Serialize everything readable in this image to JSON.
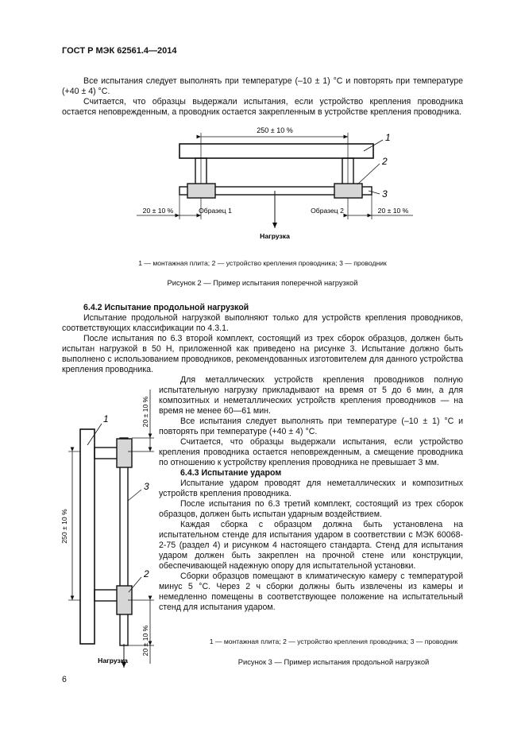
{
  "header": {
    "doc_id": "ГОСТ Р МЭК 62561.4—2014"
  },
  "p1": "Все испытания следует выполнять при температуре (–10 ± 1) °C и повторять при температуре (+40 ± 4) °C.",
  "p2": "Считается, что образцы выдержали испытания, если устройство крепления проводника остается неповрежденным, а проводник остается закрепленным в устройстве крепления проводника.",
  "fig2": {
    "dim_top": "250 ± 10 %",
    "dim_left": "20 ± 10 %",
    "dim_right": "20 ± 10 %",
    "sample1": "Образец 1",
    "sample2": "Образец 2",
    "load": "Нагрузка",
    "n1": "1",
    "n2": "2",
    "n3": "3",
    "legend": "1 — монтажная плита; 2 — устройство крепления проводника; 3 — проводник",
    "caption": "Рисунок 2 — Пример испытания поперечной нагрузкой"
  },
  "s642": {
    "heading": "6.4.2 Испытание продольной нагрузкой",
    "p1": "Испытание продольной нагрузкой выполняют только для устройств крепления проводников, соответствующих классификации по 4.3.1.",
    "p2": "После испытания по 6.3 второй комплект, состоящий из трех сборок образцов, должен быть испытан нагрузкой в 50 Н, приложенной как приведено на рисунке 3. Испытание должно быть выполнено с использованием проводников, рекомендованных изготовителем для данного устройства крепления проводника.",
    "p3": "Для металлических устройств крепления проводников полную испытательную нагрузку прикладывают на время от 5 до 6 мин, а для композитных и неметаллических устройств крепления проводников — на время не менее 60—61 мин.",
    "p4": "Все испытания следует выполнять при температуре (–10 ± 1) °C и повторять при температуре (+40 ± 4) °C.",
    "p5": "Считается, что образцы выдержали испытания, если устройство крепления проводника остается неповрежденным, а смещение проводника по отношению к устройству крепления проводника не превышает 3 мм."
  },
  "s643": {
    "heading": "6.4.3 Испытание ударом",
    "p1": "Испытание ударом проводят для неметаллических и композитных устройств крепления проводника.",
    "p2": "После испытания по 6.3 третий комплект, состоящий из трех сборок образцов, должен быть испытан ударным воздействием.",
    "p3": "Каждая сборка с образцом должна быть установлена на испытательном стенде для испытания ударом в соответствии с МЭК 60068-2-75 (раздел 4) и рисунком 4 настоящего стандарта. Стенд для испытания ударом должен быть закреплен на прочной стене или конструкции, обеспечивающей надежную опору для испытательной установки.",
    "p4": "Сборки образцов помещают в климатическую камеру с температурой минус 5 °C. Через 2 ч сборки должны быть извлечены из камеры и немедленно помещены в соответствующее положение на испытательный стенд для испытания ударом."
  },
  "fig3": {
    "dim_top": "20 ± 10 %",
    "dim_mid": "250 ± 10 %",
    "dim_bottom": "20 ± 10 %",
    "load": "Нагрузка",
    "n1": "1",
    "n2": "2",
    "n3": "3",
    "legend": "1 — монтажная плита; 2 — устройство крепления проводника; 3 — проводник",
    "caption": "Рисунок 3 — Пример испытания продольной нагрузкой"
  },
  "page_number": "6"
}
